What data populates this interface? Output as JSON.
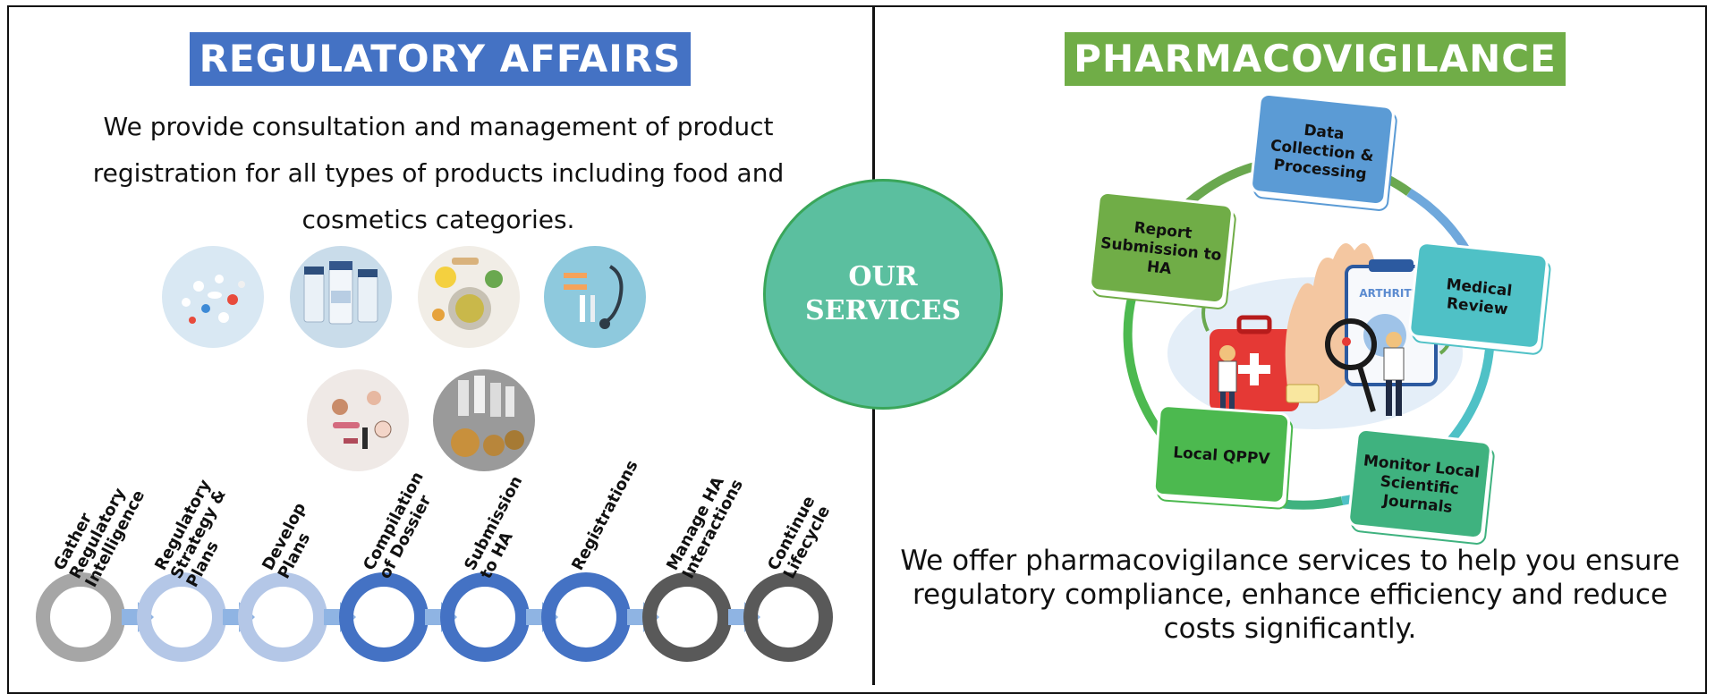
{
  "regulatory": {
    "title": "REGULATORY AFFAIRS",
    "description_lines": [
      "We provide consultation and management of product",
      "registration for all types of products including food and",
      "cosmetics categories."
    ],
    "steps": [
      {
        "lines": [
          "Gather",
          "Regulatory",
          "Intelligence"
        ],
        "color": "#a6a6a6"
      },
      {
        "lines": [
          "Regulatory",
          "Strategy &",
          "Plans"
        ],
        "color": "#b4c7e7"
      },
      {
        "lines": [
          "Develop",
          "Plans"
        ],
        "color": "#b4c7e7"
      },
      {
        "lines": [
          "Compilation",
          "of Dossier"
        ],
        "color": "#4472c4"
      },
      {
        "lines": [
          "Submission",
          "to HA"
        ],
        "color": "#4472c4"
      },
      {
        "lines": [
          "Registrations"
        ],
        "color": "#4472c4"
      },
      {
        "lines": [
          "Manage HA",
          "Interactions"
        ],
        "color": "#595959"
      },
      {
        "lines": [
          "Continue",
          "Lifecycle"
        ],
        "color": "#595959"
      }
    ],
    "arrow_color": "#8fb4e3"
  },
  "center": {
    "line1": "OUR",
    "line2": "SERVICES",
    "color": "#5bbf9f"
  },
  "pharmacovigilance": {
    "title": "PHARMACOVIGILANCE",
    "description_lines": [
      "We offer pharmacovigilance services to help you ensure",
      "regulatory compliance, enhance efficiency and reduce",
      "costs significantly."
    ],
    "cycle_nodes": [
      {
        "lines": [
          "Data",
          "Collection &",
          "Processing"
        ],
        "color": "#5b9bd5"
      },
      {
        "lines": [
          "Medical",
          "Review"
        ],
        "color": "#4fc1c6"
      },
      {
        "lines": [
          "Monitor Local",
          "Scientific",
          "Journals"
        ],
        "color": "#3fb27f"
      },
      {
        "lines": [
          "Local QPPV"
        ],
        "color": "#4cb94f"
      },
      {
        "lines": [
          "Report",
          "Submission to",
          "HA"
        ],
        "color": "#70ad47"
      }
    ],
    "illustration_label": "ARTHRITIS"
  },
  "colors": {
    "ra_banner": "#4472c4",
    "pv_banner": "#70ad47"
  }
}
